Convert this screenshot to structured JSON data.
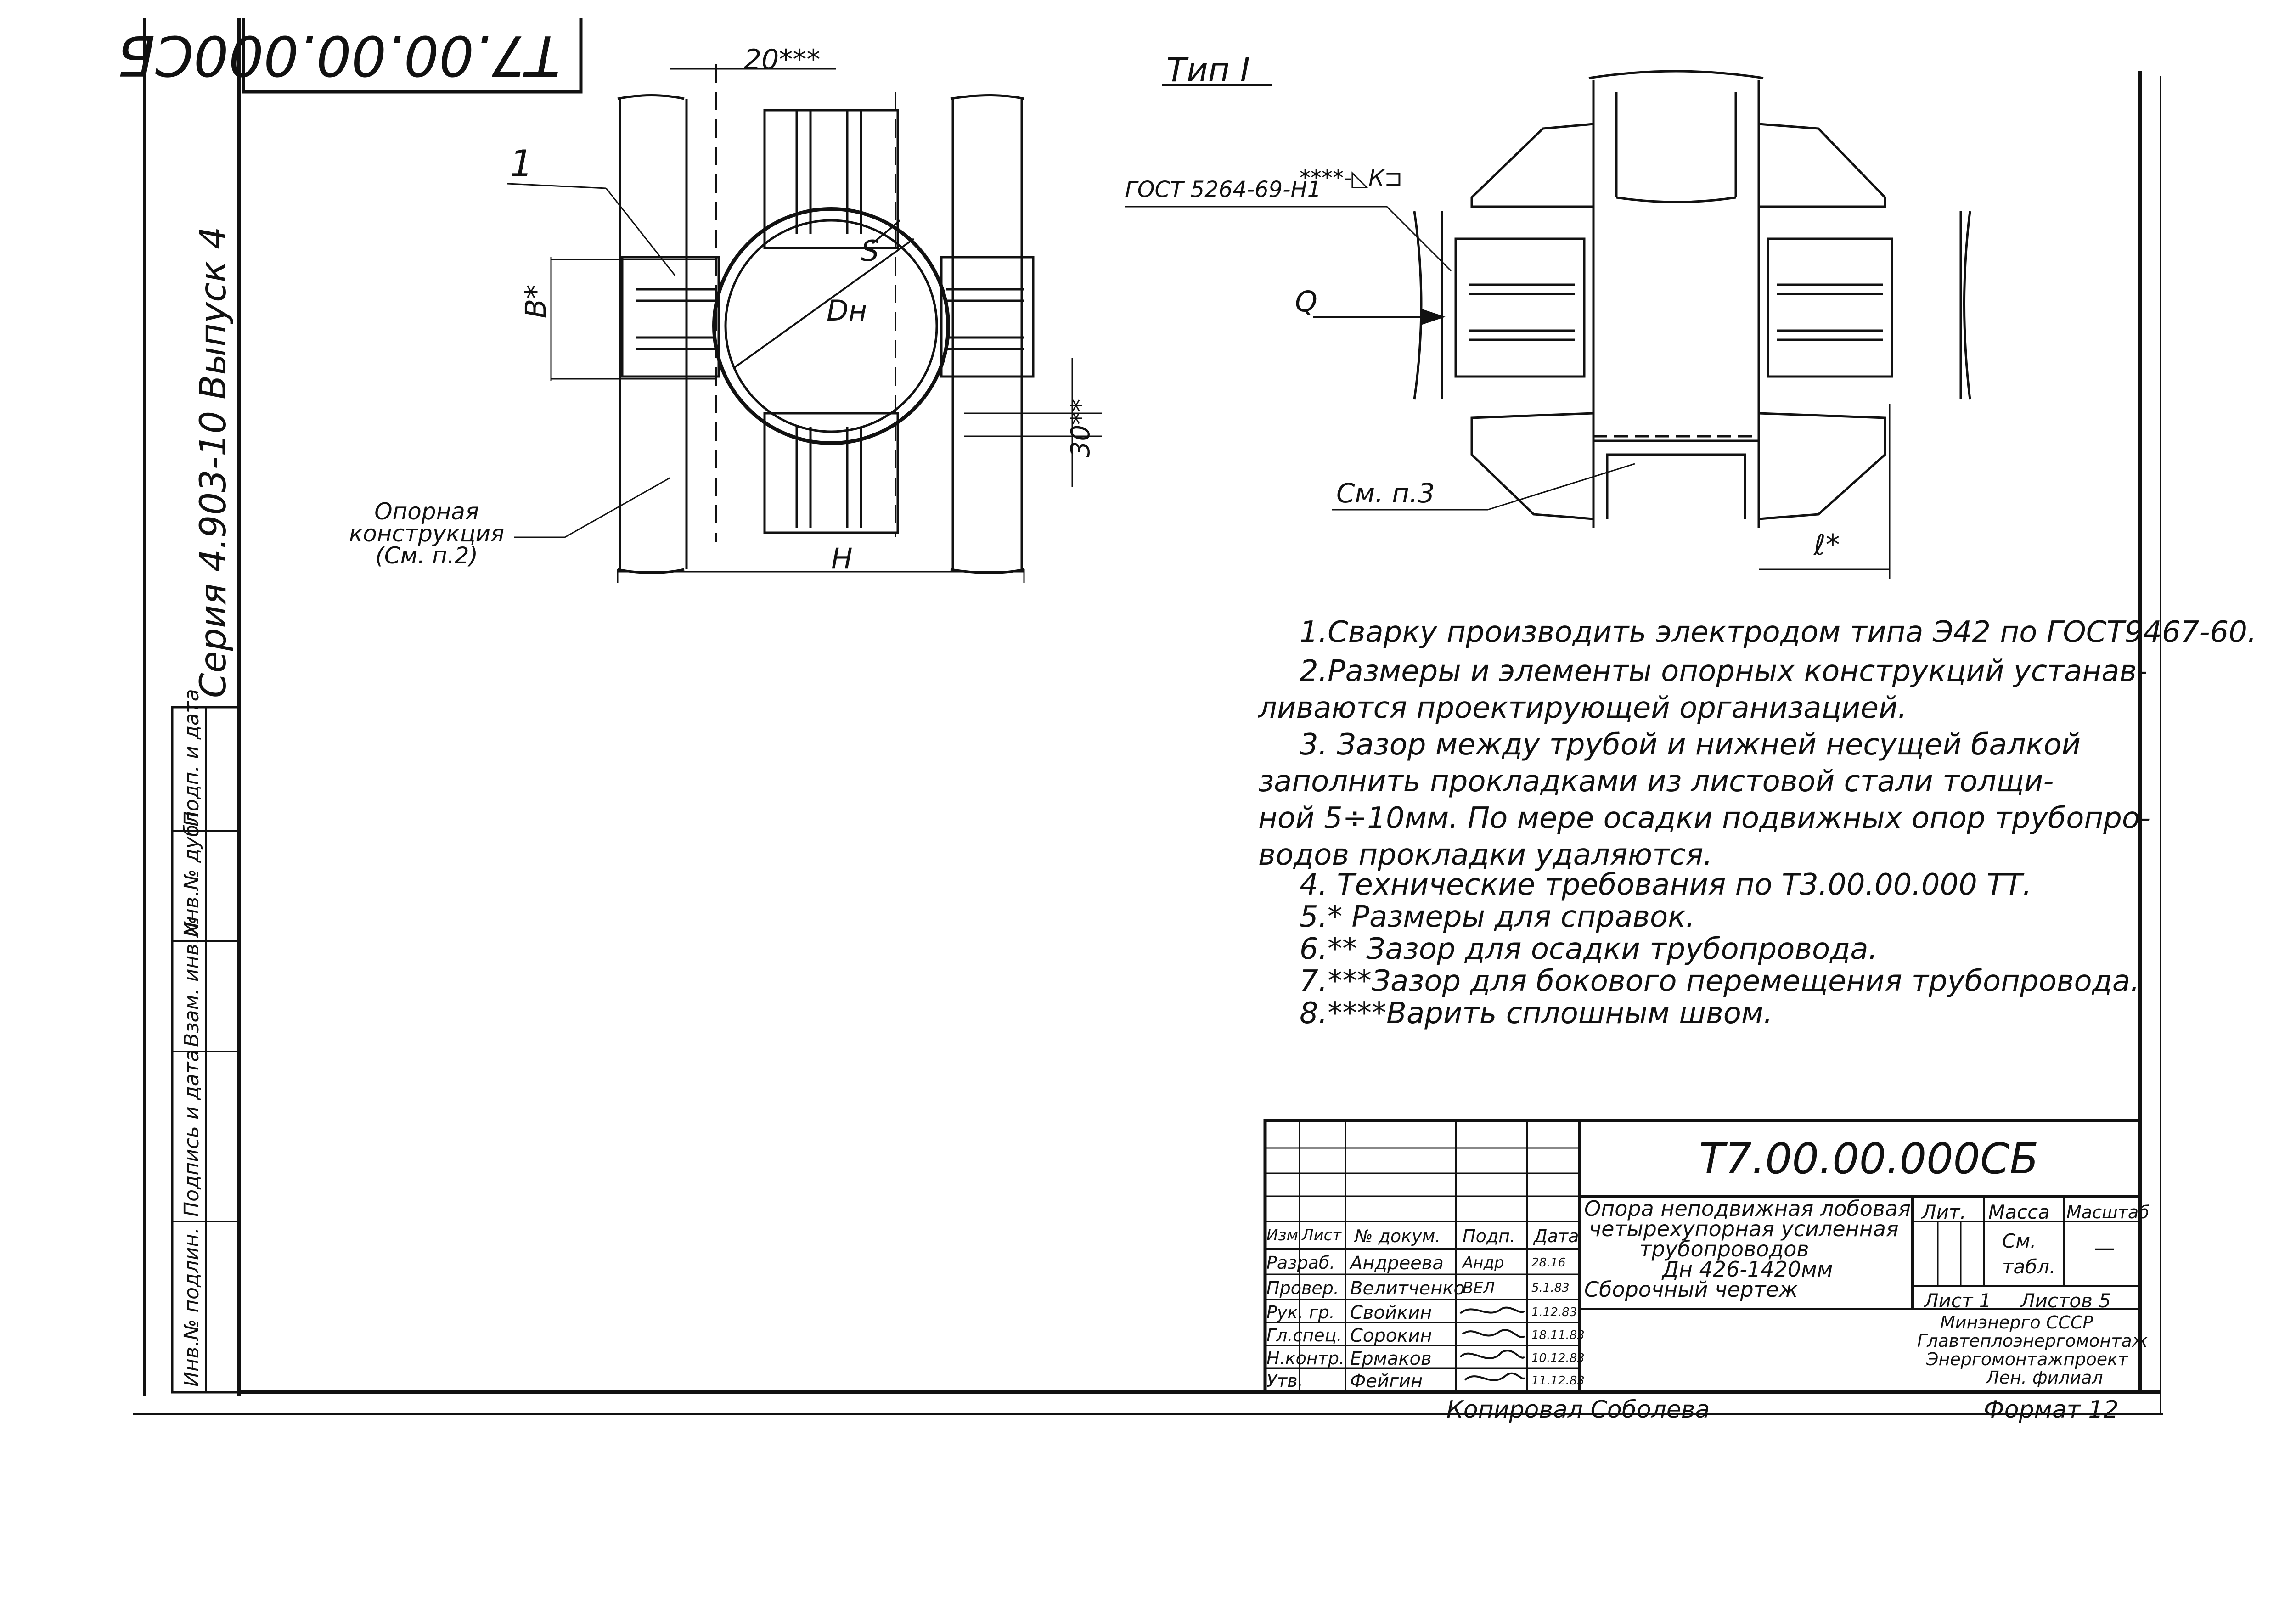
{
  "corner_stamp": "Т7.00.00.000СБ",
  "series": "Серия 4.903-10  Выпуск 4",
  "side_stamp_labels": [
    "Инв.№ подлин.",
    "Подпись и дата",
    "Взам. инв.№",
    "Инв.№ дубл.",
    "Подп. и дата"
  ],
  "view_type_label": "Тип I",
  "plan_view": {
    "item_number": "1",
    "dim_gap_top": "20***",
    "dim_b": "В*",
    "dim_dn": "Dн",
    "dim_s": "S",
    "dim_gap_side": "30**",
    "dim_h": "Н",
    "support_label_1": "Опорная",
    "support_label_2": "конструкция",
    "support_label_3": "(См. п.2)"
  },
  "section_view": {
    "weld_symbol": "ГОСТ 5264-69-Н1",
    "weld_suffix": "****-◺К⊐",
    "load_label": "Q",
    "note_ref": "См. п.3",
    "dim_l": "ℓ*"
  },
  "notes": [
    "1.Сварку  производить  электродом  типа Э42 по ГОСТ9467-60.",
    "2.Размеры  и элементы  опорных  конструкций  устанав-",
    "ливаются   проектирующей  организацией.",
    "3. Зазор  между  трубой  и нижней  несущей  балкой",
    "заполнить  прокладками  из  листовой  стали  толщи-",
    "ной  5÷10мм.  По мере  осадки  подвижных  опор  трубопро-",
    "водов  прокладки  удаляются.",
    "4. Технические   требования   по  Т3.00.00.000 ТТ.",
    "5.* Размеры  для  справок.",
    "6.** Зазор  для  осадки  трубопровода.",
    "7.***Зазор  для  бокового  перемещения   трубопровода.",
    "8.****Варить   сплошным   швом."
  ],
  "title_block": {
    "designation": "Т7.00.00.000СБ",
    "name_lines": [
      "Опора неподвижная лобовая",
      "четырехупорная усиленная",
      "трубопроводов",
      "Дн 426-1420мм",
      "Сборочный  чертеж"
    ],
    "headers": {
      "lit": "Лит.",
      "mass": "Масса",
      "scale": "Масштаб"
    },
    "mass_value": "См. табл.",
    "scale_value": "—",
    "sheet": "Лист 1",
    "sheets": "Листов 5",
    "org_lines": [
      "Минэнерго СССР",
      "Главтеплоэнергомонтаж",
      "Энергомонтажпроект",
      "Лен. филиал"
    ],
    "col_headers": [
      "Изм",
      "Лист",
      "№ докум.",
      "Подп.",
      "Дата"
    ],
    "people": [
      {
        "role": "Разраб.",
        "name": "Андреева",
        "sign": "Андр",
        "date": "28.16"
      },
      {
        "role": "Провер.",
        "name": "Велитченко",
        "sign": "ВЕЛ",
        "date": "5.1.83"
      },
      {
        "role": "Рук. гр.",
        "name": "Свойкин",
        "sign": "",
        "date": "1.12.83"
      },
      {
        "role": "Гл.спец.",
        "name": "Сорокин",
        "sign": "",
        "date": "18.11.83"
      },
      {
        "role": "Н.контр.",
        "name": "Ермаков",
        "sign": "",
        "date": "10.12.83"
      },
      {
        "role": "Утв.",
        "name": "Фейгин",
        "sign": "",
        "date": "11.12.83"
      }
    ]
  },
  "copied_by": "Копировал  Соболева",
  "format": "Формат 12"
}
